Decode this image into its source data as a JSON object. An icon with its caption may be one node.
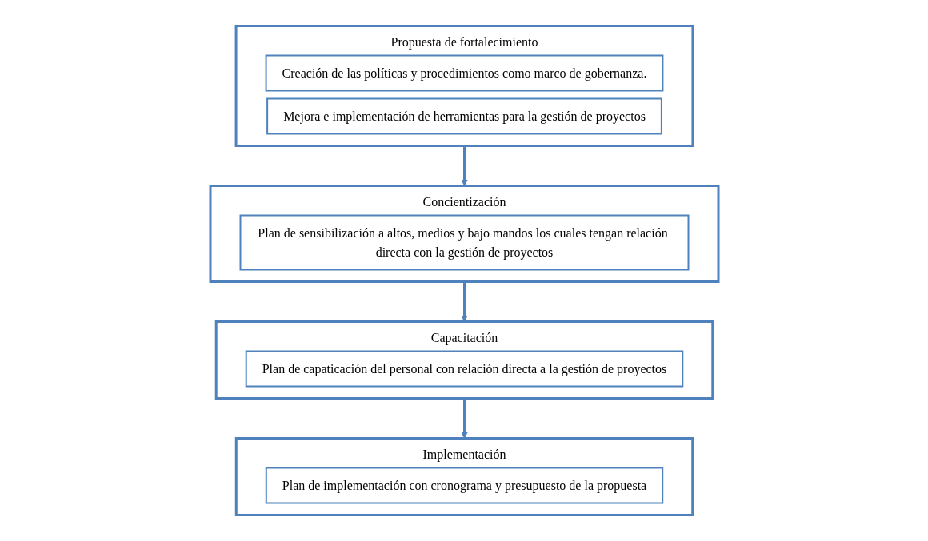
{
  "diagram": {
    "nodes": [
      {
        "text": [
          "Propuesta de fortalecimiento"
        ]
      },
      {
        "text": [
          "Creación de las políticas y procedimientos como marco de gobernanza."
        ],
        "in": 0
      },
      {
        "text": [
          "Mejora e implementación de herramientas para la gestión de proyectos"
        ],
        "in": 0
      },
      {
        "text": [
          "Concientización"
        ]
      },
      {
        "text": [
          "Plan de sensibilización a altos, medios y bajo mandos los cuales tengan relación directa con la gestión de proyectos"
        ],
        "in": 3
      },
      {
        "text": [
          "Capacitación"
        ]
      },
      {
        "text": [
          "Plan de capaticación del personal con relación directa a la gestión de proyectos"
        ],
        "in": 5
      },
      {
        "text": [
          "Implementación"
        ]
      },
      {
        "text": [
          "Plan de implementación con cronograma y presupuesto de la propuesta"
        ],
        "in": 7
      }
    ],
    "edges": [
      {
        "from": 0,
        "to": 3,
        "arrow": "to"
      },
      {
        "from": 3,
        "to": 5,
        "arrow": "to"
      },
      {
        "from": 5,
        "to": 7,
        "arrow": "to"
      }
    ]
  }
}
